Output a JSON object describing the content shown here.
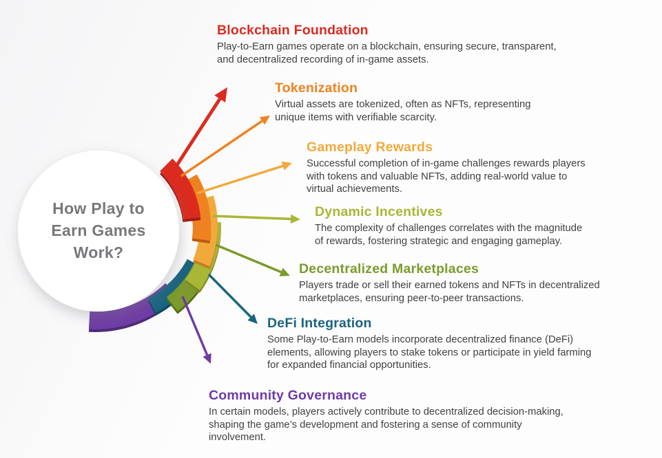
{
  "background": "#fdfdfd",
  "hub": {
    "lines": [
      "How Play to",
      "Earn Games",
      "Work?"
    ],
    "text_color": "#77787b",
    "fill": "#ffffff"
  },
  "items": [
    {
      "id": "blockchain-foundation",
      "title": "Blockchain Foundation",
      "description": "Play-to-Earn games operate on a blockchain, ensuring secure, transparent,\nand decentralized recording of in-game assets.",
      "color": "#DB2B1F",
      "shade": "#A31B10"
    },
    {
      "id": "tokenization",
      "title": "Tokenization",
      "description": "Virtual assets are tokenized, often as NFTs, representing\nunique items with verifiable scarcity.",
      "color": "#EF8220",
      "shade": "#B95C0F"
    },
    {
      "id": "gameplay-rewards",
      "title": "Gameplay Rewards",
      "description": "Successful completion of in-game challenges rewards players\nwith tokens and valuable NFTs, adding real-world value to\nvirtual achievements.",
      "color": "#F2A93C",
      "shade": "#C47E1E"
    },
    {
      "id": "dynamic-incentives",
      "title": "Dynamic Incentives",
      "description": "The complexity of challenges correlates with the magnitude\nof rewards, fostering strategic and engaging gameplay.",
      "color": "#A9B636",
      "shade": "#7D8A20"
    },
    {
      "id": "decentralized-marketplaces",
      "title": "Decentralized Marketplaces",
      "description": "Players trade or sell their earned tokens and NFTs in decentralized\nmarketplaces, ensuring peer-to-peer transactions.",
      "color": "#7C9B2C",
      "shade": "#556D17"
    },
    {
      "id": "defi-integration",
      "title": "DeFi Integration",
      "description": "Some Play-to-Earn models incorporate decentralized finance (DeFi)\nelements, allowing players to stake tokens or participate in yield farming\nfor expanded financial opportunities.",
      "color": "#1A6480",
      "shade": "#0E4A60"
    },
    {
      "id": "community-governance",
      "title": "Community Governance",
      "description": "In certain models, players actively contribute to decentralized decision-making,\nshaping the game’s development and fostering a sense of community\ninvolvement.",
      "color": "#6F3BA5",
      "shade": "#4E2B78"
    }
  ]
}
